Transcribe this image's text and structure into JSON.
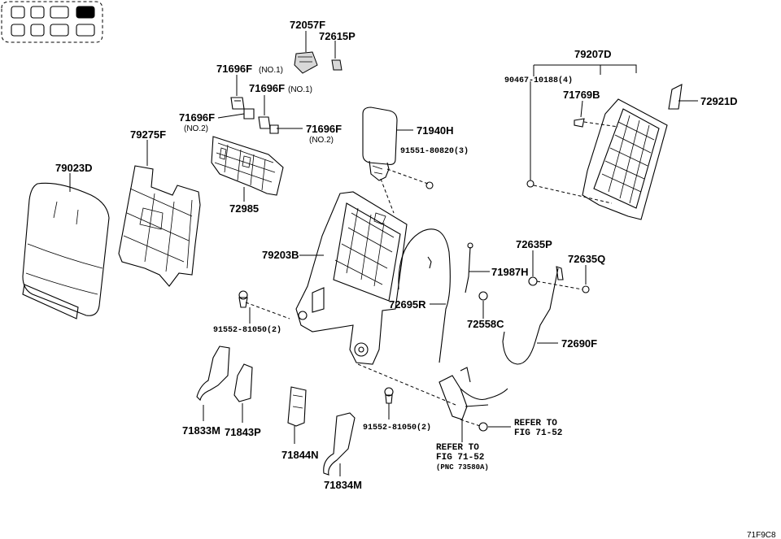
{
  "diagram_code": "71F9C8",
  "parts": {
    "p72057F": "72057F",
    "p72615P": "72615P",
    "p71696F_a": "71696F",
    "p71696F_a_note": "(NO.1)",
    "p71696F_b": "71696F",
    "p71696F_b_note": "(NO.1)",
    "p71696F_c": "71696F",
    "p71696F_c_note": "(NO.2)",
    "p71696F_d": "71696F",
    "p71696F_d_note": "(NO.2)",
    "p79207D": "79207D",
    "p90467": "90467-10188(4)",
    "p71769B": "71769B",
    "p72921D": "72921D",
    "p79275F": "79275F",
    "p71940H": "71940H",
    "p91551": "91551-80820(3)",
    "p79023D": "79023D",
    "p72985": "72985",
    "p79203B": "79203B",
    "p72635P": "72635P",
    "p72635Q": "72635Q",
    "p71987H": "71987H",
    "p72695R": "72695R",
    "p72558C": "72558C",
    "p91552_a": "91552-81050(2)",
    "p72690F": "72690F",
    "p71833M": "71833M",
    "p71843P": "71843P",
    "p71844N": "71844N",
    "p91552_b": "91552-81050(2)",
    "p71834M": "71834M"
  },
  "refs": {
    "ref_a_line1": "REFER TO",
    "ref_a_line2": "FIG 71-52",
    "ref_b_line1": "REFER TO",
    "ref_b_line2": "FIG 71-52",
    "ref_b_line3": "(PNC 73580A)"
  },
  "seat_map": {
    "highlighted_cell": "top-right"
  }
}
